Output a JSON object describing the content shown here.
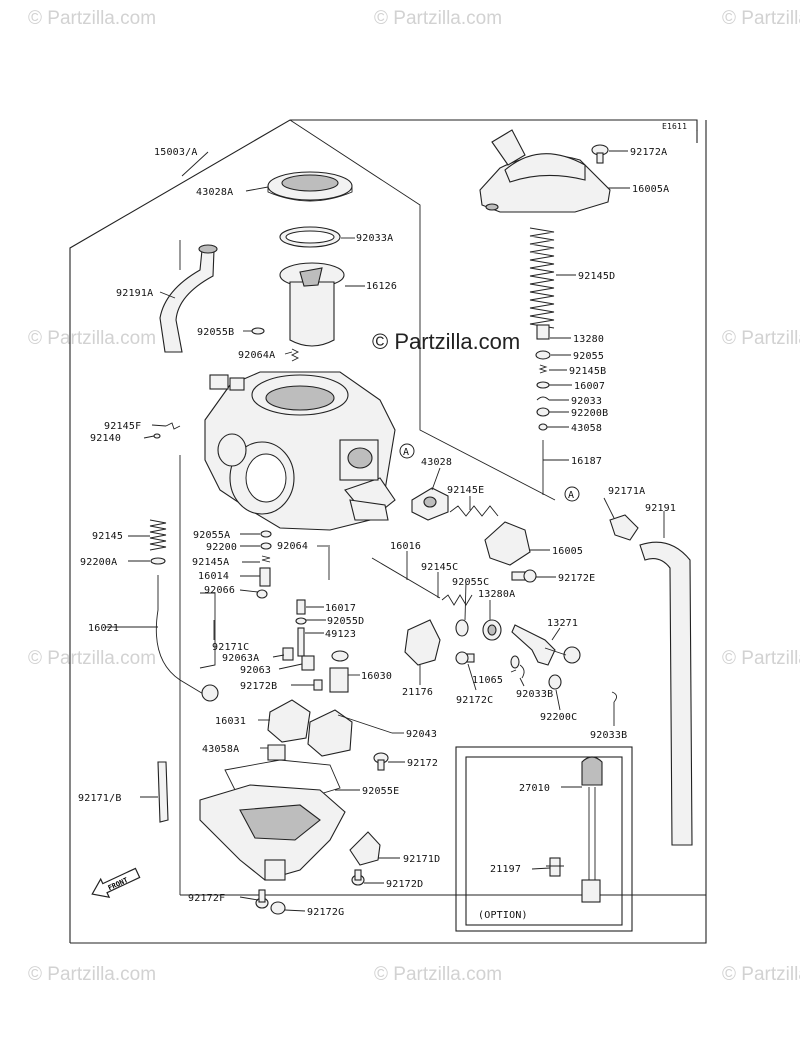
{
  "watermark": "© Partzilla.com",
  "diagram_code": "E1611",
  "option_label": "(OPTION)",
  "front_label": "FRONT",
  "ref_marker": "A",
  "parts": {
    "p15003A": "15003/A",
    "p43028A": "43028A",
    "p92033A": "92033A",
    "p16126": "16126",
    "p92191A": "92191A",
    "p92055B": "92055B",
    "p92064A": "92064A",
    "p92145F": "92145F",
    "p92140": "92140",
    "p92172A": "92172A",
    "p16005A": "16005A",
    "p92145D": "92145D",
    "p13280": "13280",
    "p92055": "92055",
    "p92145B": "92145B",
    "p16007": "16007",
    "p92033": "92033",
    "p92200B": "92200B",
    "p43058": "43058",
    "p16187": "16187",
    "p43028": "43028",
    "p92145E": "92145E",
    "p92171A": "92171A",
    "p92191": "92191",
    "p16005": "16005",
    "p16016": "16016",
    "p92145C": "92145C",
    "p92172E": "92172E",
    "p92055C": "92055C",
    "p13280A": "13280A",
    "p13271": "13271",
    "p92145": "92145",
    "p92055A": "92055A",
    "p92200": "92200",
    "p92064": "92064",
    "p92200A": "92200A",
    "p92145A": "92145A",
    "p16014": "16014",
    "p92066": "92066",
    "p16017": "16017",
    "p92055D": "92055D",
    "p49123": "49123",
    "p16021": "16021",
    "p92171C": "92171C",
    "p92063A": "92063A",
    "p92063": "92063",
    "p92172B": "92172B",
    "p16030": "16030",
    "p21176": "21176",
    "p92172C": "92172C",
    "p11065": "11065",
    "p92033B1": "92033B",
    "p92200C": "92200C",
    "p92033B2": "92033B",
    "p16031": "16031",
    "p92043": "92043",
    "p43058A": "43058A",
    "p92172": "92172",
    "p92171B": "92171/B",
    "p92055E": "92055E",
    "p92171D": "92171D",
    "p92172D": "92172D",
    "p92172F": "92172F",
    "p92172G": "92172G",
    "p27010": "27010",
    "p21197": "21197"
  }
}
